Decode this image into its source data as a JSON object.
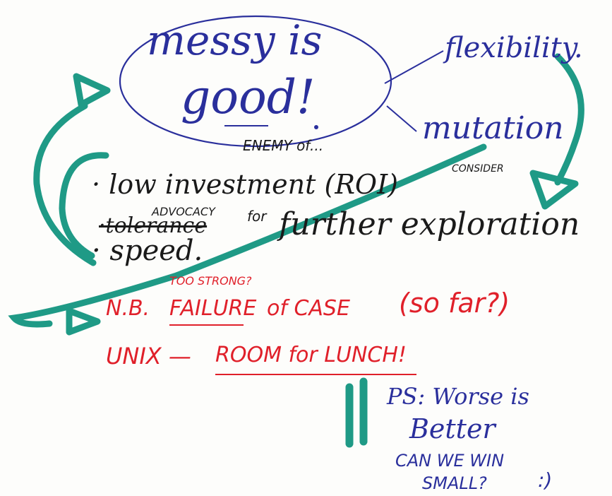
{
  "notes": {
    "title_line1": "messy is",
    "title_line2": "good!",
    "flexibility": "flexibility.",
    "mutation": "mutation",
    "enemy_of": "ENEMY of...",
    "consider": "CONSIDER",
    "low_investment": "· low investment (ROI)",
    "advocacy": "ADVOCACY",
    "tolerance": "·tolerance",
    "for": "for",
    "further_exploration": "further exploration",
    "speed": "· speed.",
    "too_strong": "TOO STRONG?",
    "nb_prefix": "N.B.",
    "failure": "FAILURE",
    "of_case": "of CASE",
    "so_far": "(so far?)",
    "unix_prefix": "UNIX —",
    "room_for_lunch": "ROOM for LUNCH!",
    "ps_line1": "PS: Worse is",
    "ps_line2": "Better",
    "can_we_win": "CAN WE WIN",
    "small": "SMALL?",
    "smiley": ":)"
  },
  "colors": {
    "blue_ink": "#2a2f9c",
    "black_ink": "#1a1a1a",
    "red_ink": "#e0202a",
    "teal_marker": "#1f9a86"
  },
  "icons": [
    "teal-arrow-left-up",
    "teal-arrow-down",
    "teal-arrow-right",
    "teal-double-line",
    "blue-ellipse"
  ]
}
